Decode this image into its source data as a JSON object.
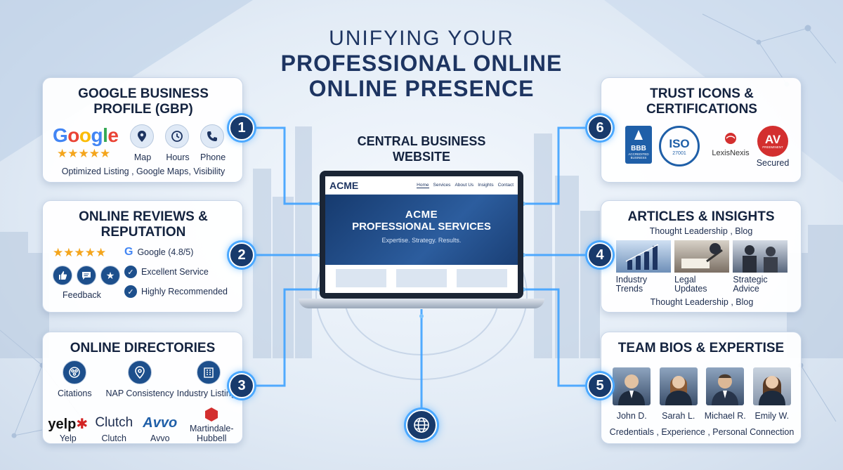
{
  "title": {
    "line1": "UNIFYING YOUR",
    "line2": "PROFESSIONAL ONLINE",
    "line3": "ONLINE PRESENCE"
  },
  "center": {
    "heading": "CENTRAL BUSINESS WEBSITE",
    "site_logo": "ACME",
    "nav": [
      "Home",
      "Services",
      "About Us",
      "Insights",
      "Contact"
    ],
    "hero_line1": "ACME",
    "hero_line2": "PROFESSIONAL SERVICES",
    "hero_tagline": "Expertise. Strategy. Results."
  },
  "colors": {
    "badge": "#183a6b",
    "glow": "#4aa8ff",
    "title": "#1d3461",
    "star": "#f4a51c"
  },
  "cards": {
    "gbp": {
      "number": "1",
      "title": "GOOGLE BUSINESS PROFILE (GBP)",
      "brand": "Google",
      "stars": "★★★★★",
      "icons": [
        {
          "icon": "map-pin-icon",
          "label": "Map"
        },
        {
          "icon": "clock-icon",
          "label": "Hours"
        },
        {
          "icon": "phone-icon",
          "label": "Phone"
        }
      ],
      "caption": "Optimized Listing , Google Maps, Visibility"
    },
    "reviews": {
      "number": "2",
      "title": "ONLINE REVIEWS & REPUTATION",
      "stars": "★★★★★",
      "google_rating": "Google (4.8/5)",
      "checks": [
        "Excellent Service",
        "Highly Recommended"
      ],
      "feedback": "Feedback"
    },
    "directories": {
      "number": "3",
      "title": "ONLINE DIRECTORIES",
      "icons": [
        {
          "icon": "citations-icon",
          "label": "Citations"
        },
        {
          "icon": "location-icon",
          "label": "NAP Consistency"
        },
        {
          "icon": "building-icon",
          "label": "Industry Listings"
        }
      ],
      "brands": [
        {
          "logo": "yelp",
          "label": "Yelp"
        },
        {
          "logo": "Clutch",
          "label": "Clutch"
        },
        {
          "logo": "Avvo",
          "label": "Avvo"
        },
        {
          "logo": "",
          "label": "Martindale-Hubbell"
        }
      ]
    },
    "trust": {
      "number": "6",
      "title": "TRUST ICONS & CERTIFICATIONS",
      "bbb": "BBB",
      "bbb_sub": "ACCREDITED BUSINESS",
      "iso": "ISO",
      "iso_sub": "27001",
      "lexis": "LexisNexis",
      "av": "AV",
      "av_sub": "PREEMINENT",
      "secured": "Secured"
    },
    "articles": {
      "number": "4",
      "title": "ARTICLES & INSIGHTS",
      "subtitle": "Thought Leadership , Blog",
      "items": [
        "Industry Trends",
        "Legal Updates",
        "Strategic Advice"
      ],
      "footer": "Thought Leadership , Blog"
    },
    "team": {
      "number": "5",
      "title": "TEAM BIOS & EXPERTISE",
      "people": [
        "John D.",
        "Sarah L.",
        "Michael R.",
        "Emily W."
      ],
      "footer": "Credentials , Experience , Personal Connection"
    }
  }
}
